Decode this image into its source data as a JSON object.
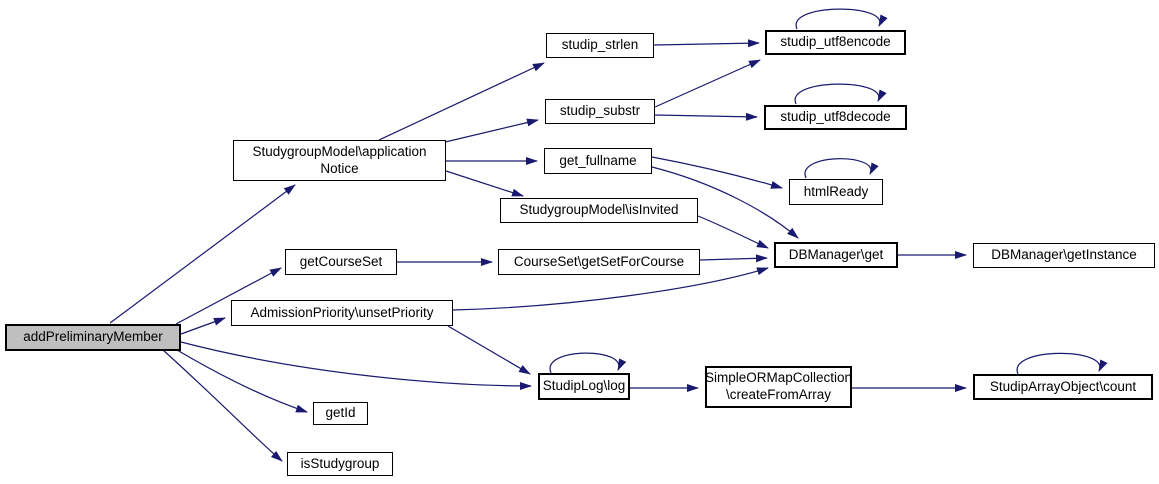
{
  "diagram": {
    "kind": "doxygen-call-graph",
    "background_color": "#ffffff",
    "edge_color": "#191970",
    "node_fill": "#ffffff",
    "node_border_color": "#000000",
    "root_node_fill": "#bfbfbf"
  },
  "nodes": [
    {
      "id": "addPreliminaryMember",
      "label": "addPreliminaryMember",
      "root": true
    },
    {
      "id": "applicationNotice",
      "label": "StudygroupModel\\application\nNotice"
    },
    {
      "id": "studip_strlen",
      "label": "studip_strlen"
    },
    {
      "id": "studip_substr",
      "label": "studip_substr"
    },
    {
      "id": "get_fullname",
      "label": "get_fullname"
    },
    {
      "id": "isInvited",
      "label": "StudygroupModel\\isInvited"
    },
    {
      "id": "getCourseSet",
      "label": "getCourseSet"
    },
    {
      "id": "getSetForCourse",
      "label": "CourseSet\\getSetForCourse"
    },
    {
      "id": "unsetPriority",
      "label": "AdmissionPriority\\unsetPriority"
    },
    {
      "id": "studipLog",
      "label": "StudipLog\\log"
    },
    {
      "id": "getId",
      "label": "getId"
    },
    {
      "id": "isStudygroup",
      "label": "isStudygroup"
    },
    {
      "id": "utf8encode",
      "label": "studip_utf8encode"
    },
    {
      "id": "utf8decode",
      "label": "studip_utf8decode"
    },
    {
      "id": "htmlReady",
      "label": "htmlReady"
    },
    {
      "id": "dbGet",
      "label": "DBManager\\get"
    },
    {
      "id": "dbGetInstance",
      "label": "DBManager\\getInstance"
    },
    {
      "id": "createFromArray",
      "label": "SimpleORMapCollection\n\\createFromArray"
    },
    {
      "id": "count",
      "label": "StudipArrayObject\\count"
    }
  ],
  "edges": [
    {
      "from": "addPreliminaryMember",
      "to": "applicationNotice"
    },
    {
      "from": "addPreliminaryMember",
      "to": "getCourseSet"
    },
    {
      "from": "addPreliminaryMember",
      "to": "unsetPriority"
    },
    {
      "from": "addPreliminaryMember",
      "to": "studipLog"
    },
    {
      "from": "addPreliminaryMember",
      "to": "getId"
    },
    {
      "from": "addPreliminaryMember",
      "to": "isStudygroup"
    },
    {
      "from": "applicationNotice",
      "to": "studip_strlen"
    },
    {
      "from": "applicationNotice",
      "to": "studip_substr"
    },
    {
      "from": "applicationNotice",
      "to": "get_fullname"
    },
    {
      "from": "applicationNotice",
      "to": "isInvited"
    },
    {
      "from": "studip_strlen",
      "to": "utf8encode"
    },
    {
      "from": "studip_substr",
      "to": "utf8encode"
    },
    {
      "from": "studip_substr",
      "to": "utf8decode"
    },
    {
      "from": "utf8encode",
      "to": "utf8encode"
    },
    {
      "from": "utf8decode",
      "to": "utf8decode"
    },
    {
      "from": "get_fullname",
      "to": "htmlReady"
    },
    {
      "from": "get_fullname",
      "to": "dbGet"
    },
    {
      "from": "htmlReady",
      "to": "htmlReady"
    },
    {
      "from": "isInvited",
      "to": "dbGet"
    },
    {
      "from": "getCourseSet",
      "to": "getSetForCourse"
    },
    {
      "from": "getSetForCourse",
      "to": "dbGet"
    },
    {
      "from": "unsetPriority",
      "to": "dbGet"
    },
    {
      "from": "unsetPriority",
      "to": "studipLog"
    },
    {
      "from": "dbGet",
      "to": "dbGetInstance"
    },
    {
      "from": "studipLog",
      "to": "studipLog"
    },
    {
      "from": "studipLog",
      "to": "createFromArray"
    },
    {
      "from": "createFromArray",
      "to": "count"
    },
    {
      "from": "count",
      "to": "count"
    }
  ]
}
